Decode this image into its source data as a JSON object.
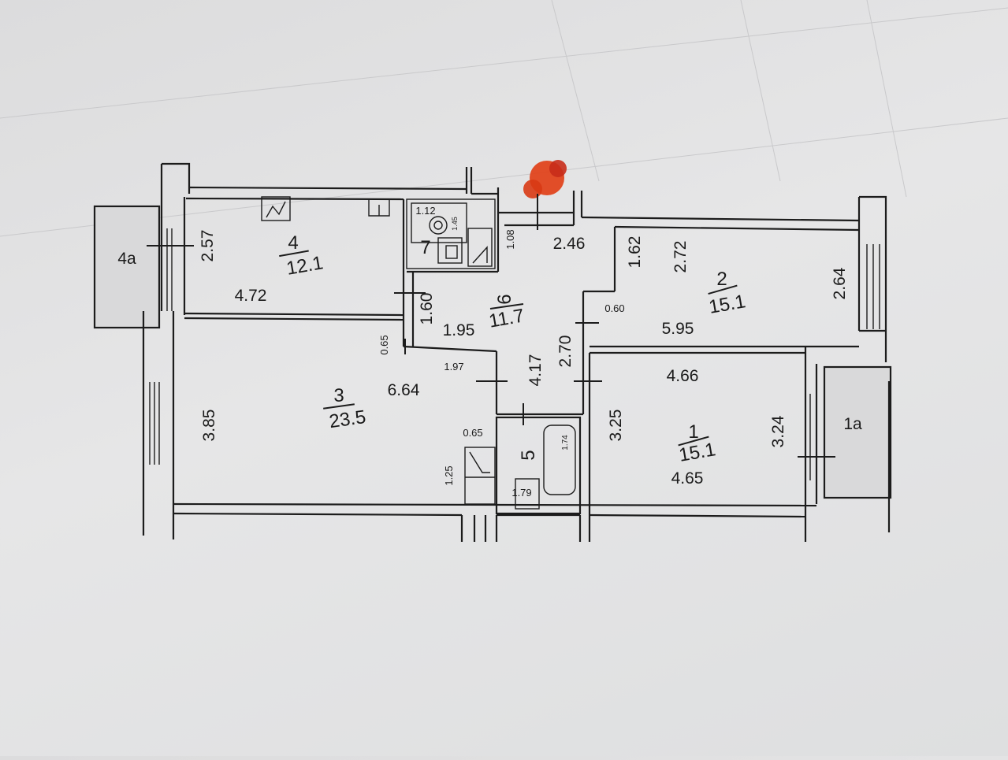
{
  "rooms": [
    {
      "number": "4",
      "area": "12.1"
    },
    {
      "number": "3",
      "area": "23.5"
    },
    {
      "number": "6",
      "area": "11.7"
    },
    {
      "number": "2",
      "area": "15.1"
    },
    {
      "number": "1",
      "area": "15.1"
    },
    {
      "number": "5"
    },
    {
      "number": "7"
    }
  ],
  "balconies": [
    "4а",
    "1а"
  ],
  "dimensions": {
    "room4_height": "2.57",
    "room4_width": "4.72",
    "room3_height": "3.85",
    "room3_width": "6.64",
    "room3_partition": "0.65",
    "corridor_1_60": "1.60",
    "corridor_1_95": "1.95",
    "corridor_1_97": "1.97",
    "corridor_4_17": "4.17",
    "corridor_2_70": "2.70",
    "corridor_1_08": "1.08",
    "corridor_2_46": "2.46",
    "room2_1_62": "1.62",
    "room2_2_72": "2.72",
    "room2_2_64": "2.64",
    "room2_0_60": "0.60",
    "room2_width": "5.95",
    "room1_4_66": "4.66",
    "room1_3_25": "3.25",
    "room1_3_24": "3.24",
    "room1_4_65": "4.65",
    "wc_1_12": "1.12",
    "wc_1_45": "1.45",
    "closet_0_65": "0.65",
    "closet_1_25": "1.25",
    "bath_1_74": "1.74",
    "bath_1_79": "1.79"
  }
}
